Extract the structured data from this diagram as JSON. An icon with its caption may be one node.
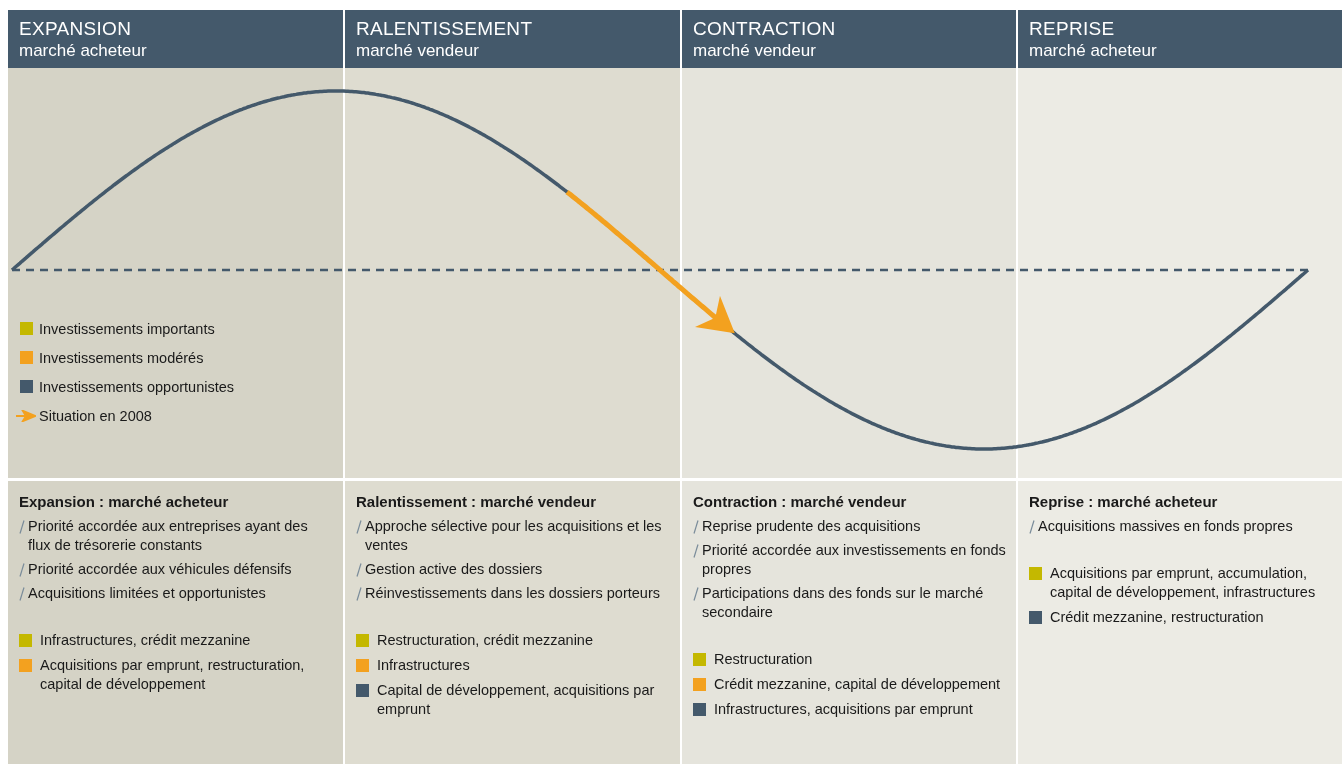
{
  "diagram": {
    "nodes": [
      {
        "text": [
          "EXPANSION",
          "marché acheteur"
        ]
      },
      {
        "text": [
          "RALENTISSEMENT",
          "marché vendeur"
        ]
      },
      {
        "text": [
          "CONTRACTION",
          "marché vendeur"
        ]
      },
      {
        "text": [
          "REPRISE",
          "marché acheteur"
        ]
      },
      {
        "text": [
          "Expansion : marché acheteur",
          "Priorité accordée aux entreprises ayant des flux de trésorerie constants",
          "Priorité accordée aux véhicules défensifs",
          "Acquisitions limitées et opportunistes"
        ]
      },
      {
        "text": [
          "Infrastructures, crédit mezzanine"
        ],
        "in": 4
      },
      {
        "text": [
          "Acquisitions par emprunt, restructuration, capital de développement"
        ],
        "in": 4
      },
      {
        "text": [
          "Ralentissement : marché vendeur",
          "Approche sélective pour les acquisitions et les ventes",
          "Gestion active des dossiers",
          "Réinvestissements dans les dossiers porteurs"
        ]
      },
      {
        "text": [
          "Restructuration, crédit mezzanine"
        ],
        "in": 7
      },
      {
        "text": [
          "Infrastructures"
        ],
        "in": 7
      },
      {
        "text": [
          "Capital de développement, acquisitions par emprunt"
        ],
        "in": 7
      },
      {
        "text": [
          "Contraction : marché vendeur",
          "Reprise prudente des acquisitions",
          "Priorité accordée aux investissements en fonds propres",
          "Participations dans des fonds sur le marché secondaire"
        ]
      },
      {
        "text": [
          "Restructuration"
        ],
        "in": 11
      },
      {
        "text": [
          "Crédit mezzanine, capital de développement"
        ],
        "in": 11
      },
      {
        "text": [
          "Infrastructures, acquisitions par emprunt"
        ],
        "in": 11
      },
      {
        "text": [
          "Reprise : marché acheteur",
          "Acquisitions massives en fonds propres"
        ]
      },
      {
        "text": [
          "Acquisitions par emprunt, accumulation, capital de développement, infrastructures"
        ],
        "in": 15
      },
      {
        "text": [
          "Crédit mezzanine, restructuration"
        ],
        "in": 15
      }
    ],
    "legend": [
      {
        "text": "Investissements importants",
        "color": "#c4b800"
      },
      {
        "text": "Investissements modérés",
        "color": "#f3a11f"
      },
      {
        "text": "Investissements opportunistes",
        "color": "#44596b"
      },
      {
        "text": "Situation en 2008"
      }
    ]
  }
}
